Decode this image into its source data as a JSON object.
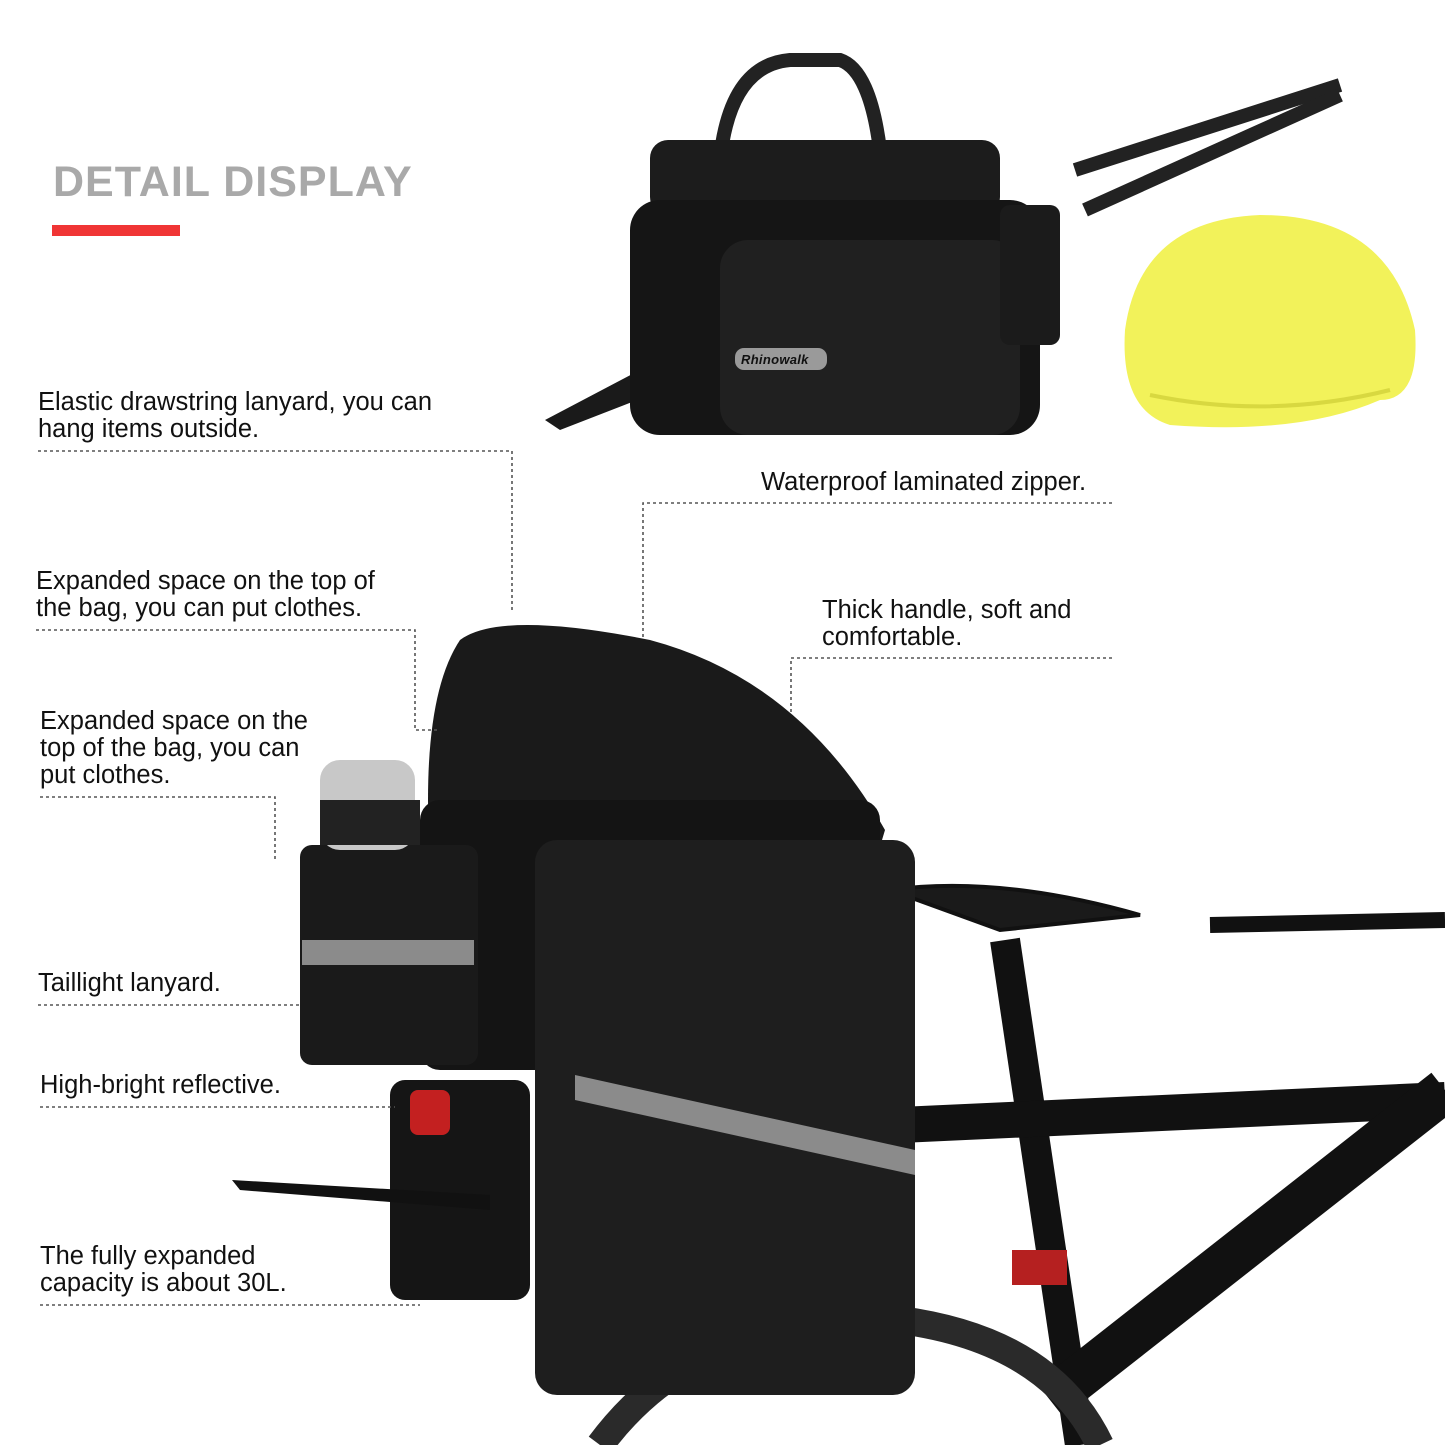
{
  "header": {
    "title": "DETAIL DISPLAY"
  },
  "colors": {
    "accent": "#f03535",
    "title_gray": "#a9a9a9",
    "bag": "#1a1a1a",
    "rain_cover": "#f2f25a"
  },
  "product": {
    "brand_logo_text": "Rhinowalk"
  },
  "callouts": [
    {
      "text": "Elastic drawstring lanyard, you can\nhang items outside."
    },
    {
      "text": "Waterproof laminated zipper."
    },
    {
      "text": "Expanded space on the top of\nthe bag, you can put clothes."
    },
    {
      "text": "Thick handle, soft and\ncomfortable."
    },
    {
      "text": "Expanded space on the\ntop of the bag, you can\nput clothes."
    },
    {
      "text": "Taillight lanyard."
    },
    {
      "text": "High-bright reflective."
    },
    {
      "text": "The fully expanded\ncapacity is about 30L."
    }
  ]
}
